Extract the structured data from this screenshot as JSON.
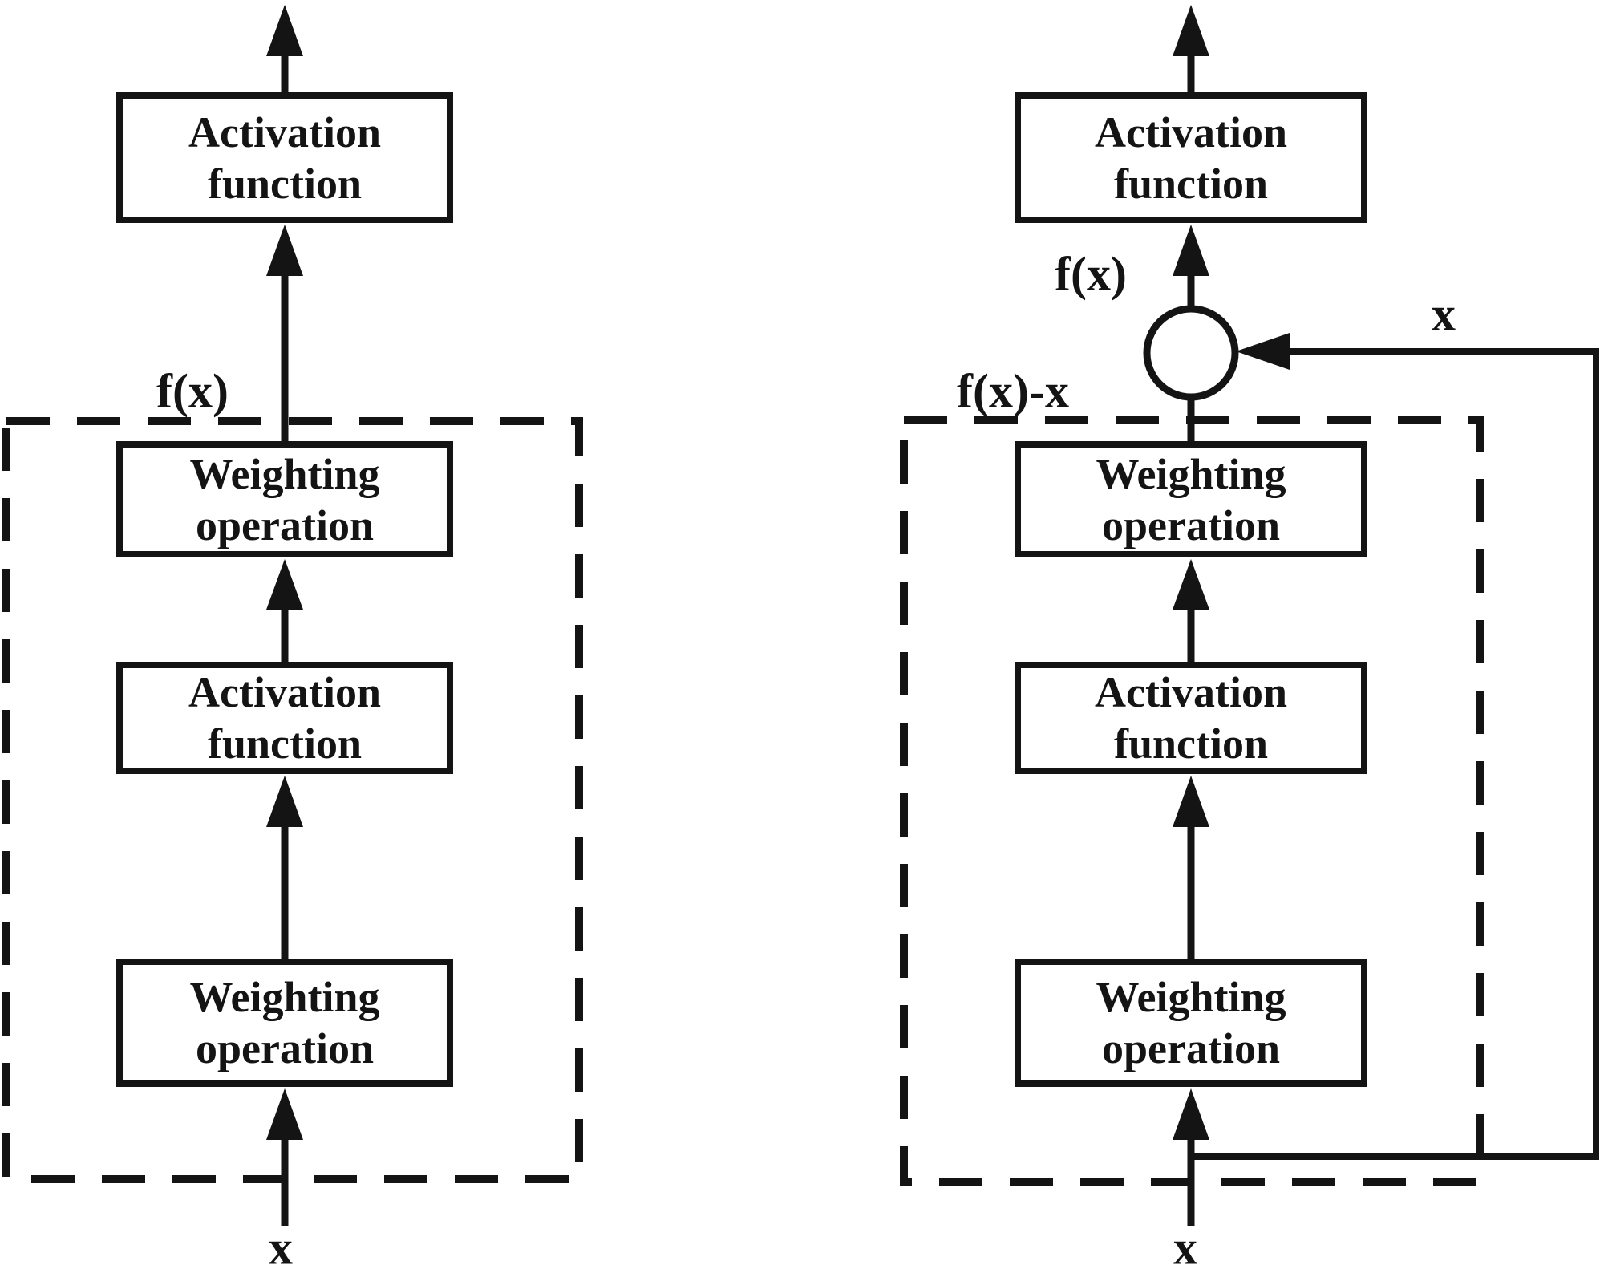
{
  "colors": {
    "ink": "#141414",
    "background": "#ffffff"
  },
  "left": {
    "output_box": {
      "line1": "Activation",
      "line2": "function"
    },
    "weighting_box_top": {
      "line1": "Weighting",
      "line2": "operation"
    },
    "activation_box_mid": {
      "line1": "Activation",
      "line2": "function"
    },
    "weighting_box_bottom": {
      "line1": "Weighting",
      "line2": "operation"
    },
    "fx_label": "f(x)",
    "input_label": "x"
  },
  "right": {
    "output_box": {
      "line1": "Activation",
      "line2": "function"
    },
    "weighting_box_top": {
      "line1": "Weighting",
      "line2": "operation"
    },
    "activation_box_mid": {
      "line1": "Activation",
      "line2": "function"
    },
    "weighting_box_bottom": {
      "line1": "Weighting",
      "line2": "operation"
    },
    "fx_label": "f(x)",
    "fx_minus_x_label": "f(x)-x",
    "skip_label": "x",
    "input_label": "x"
  }
}
